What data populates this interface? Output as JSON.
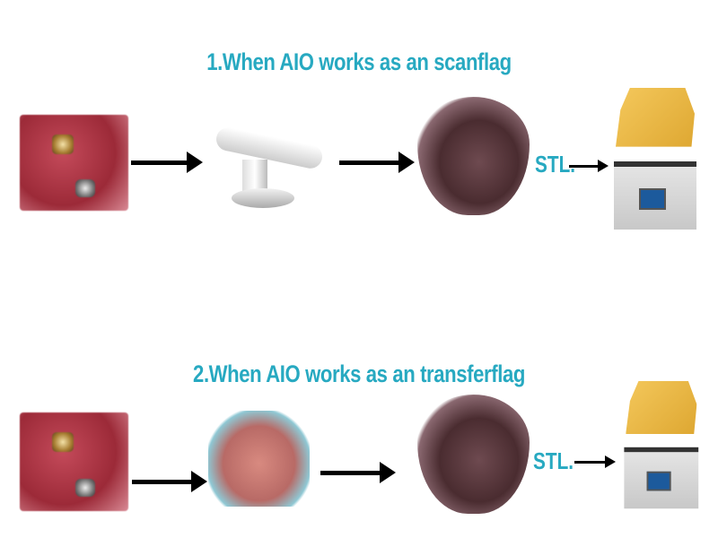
{
  "titles": [
    "1.When AIO works as an scanflag",
    "2.When AIO works as an  transferflag"
  ],
  "stl_label": "STL.",
  "colors": {
    "title": "#27a9c1",
    "arrow": "#000000"
  }
}
